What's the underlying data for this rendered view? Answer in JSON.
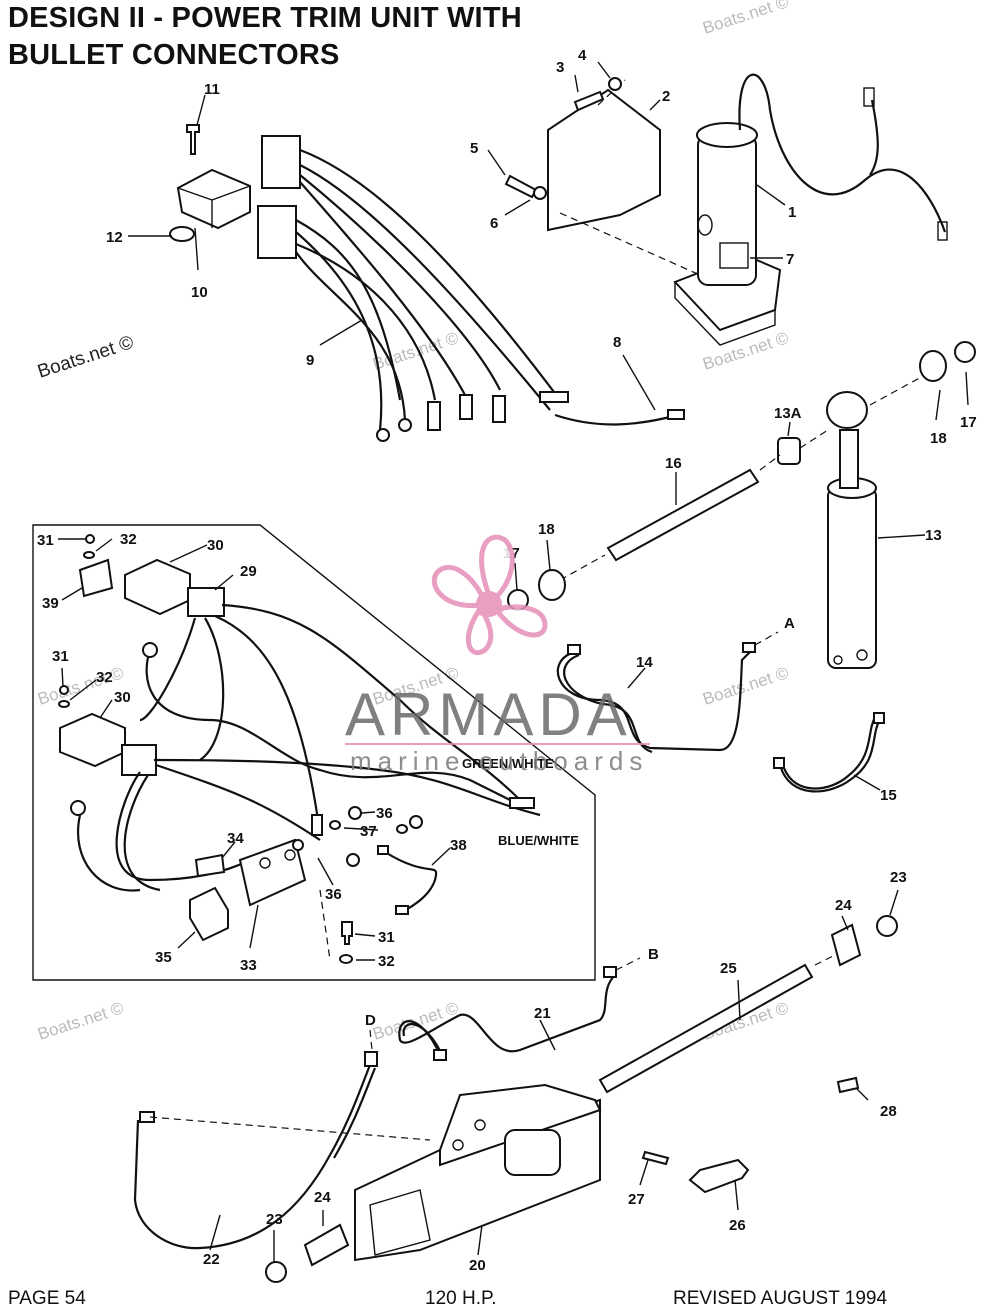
{
  "title": {
    "line1": "DESIGN II - POWER TRIM UNIT WITH",
    "line2": "BULLET CONNECTORS"
  },
  "watermark": "Boats.net ©",
  "logo": {
    "name": "ARMADA",
    "tagline": "marine outboards",
    "accent": "#e58fb8",
    "text_color": "#6a6a6a"
  },
  "wire_labels": {
    "green_white": "GREEN/WHITE",
    "blue_white": "BLUE/WHITE"
  },
  "callouts": {
    "c1": "1",
    "c2": "2",
    "c3": "3",
    "c4": "4",
    "c5": "5",
    "c6": "6",
    "c7": "7",
    "c8": "8",
    "c9": "9",
    "c10": "10",
    "c11": "11",
    "c12": "12",
    "c13": "13",
    "c13a": "13A",
    "c14": "14",
    "c15": "15",
    "c16": "16",
    "c17": "17",
    "c18": "18",
    "c20": "20",
    "c21": "21",
    "c22": "22",
    "c23": "23",
    "c24": "24",
    "c25": "25",
    "c26": "26",
    "c27": "27",
    "c28": "28",
    "c29": "29",
    "c30": "30",
    "c31": "31",
    "c32": "32",
    "c33": "33",
    "c34": "34",
    "c35": "35",
    "c36": "36",
    "c37": "37",
    "c38": "38",
    "c39": "39",
    "ptA": "A",
    "ptB": "B",
    "ptD": "D"
  },
  "footer": {
    "page": "PAGE 54",
    "model": "120 H.P.",
    "revised": "REVISED AUGUST 1994"
  }
}
